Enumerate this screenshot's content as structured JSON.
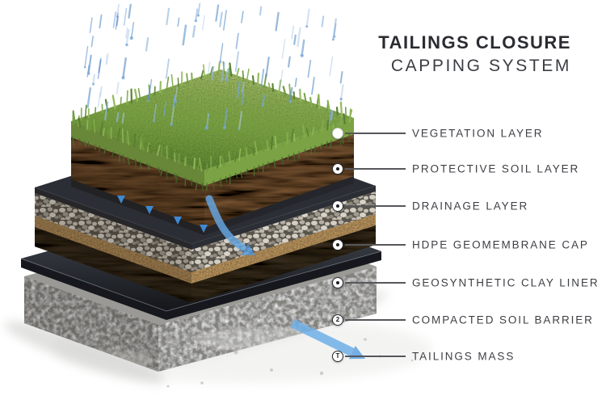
{
  "title": {
    "line1": "TAILINGS CLOSURE",
    "line2": "CAPPING SYSTEM"
  },
  "legend": [
    {
      "label": "VEGETATION LAYER",
      "marker": "solid",
      "glyph": ""
    },
    {
      "label": "PROTECTIVE SOIL LAYER",
      "marker": "dot",
      "glyph": ""
    },
    {
      "label": "DRAINAGE LAYER",
      "marker": "dot",
      "glyph": ""
    },
    {
      "label": "HDPE GEOMEMBRANE CAP",
      "marker": "dot",
      "glyph": ""
    },
    {
      "label": "GEOSYNTHETIC CLAY LINER",
      "marker": "dot",
      "glyph": ""
    },
    {
      "label": "COMPACTED SOIL BARRIER",
      "marker": "glyph",
      "glyph": "2"
    },
    {
      "label": "TAILINGS MASS",
      "marker": "glyph",
      "glyph": "T"
    }
  ],
  "layers": [
    {
      "name": "vegetation-grass",
      "color": "#7ba244"
    },
    {
      "name": "protective-soil",
      "color": "#7b5634"
    },
    {
      "name": "geotextile-band",
      "color": "#24262b"
    },
    {
      "name": "geomembrane-surface",
      "color": "#2b2e34"
    },
    {
      "name": "drainage-gravel",
      "color": "#6e6a61"
    },
    {
      "name": "sand-bedding",
      "color": "#c29b63"
    },
    {
      "name": "compacted-clay",
      "color": "#3e3323"
    },
    {
      "name": "hdpe-ledge",
      "color": "#16181d"
    },
    {
      "name": "tailings-mass",
      "color": "#8c8b87"
    }
  ],
  "colors": {
    "water_accent": "#5b9fe0",
    "title_text": "#2b2c31",
    "label_text": "#3e3f44",
    "leader_line": "#56575b"
  }
}
